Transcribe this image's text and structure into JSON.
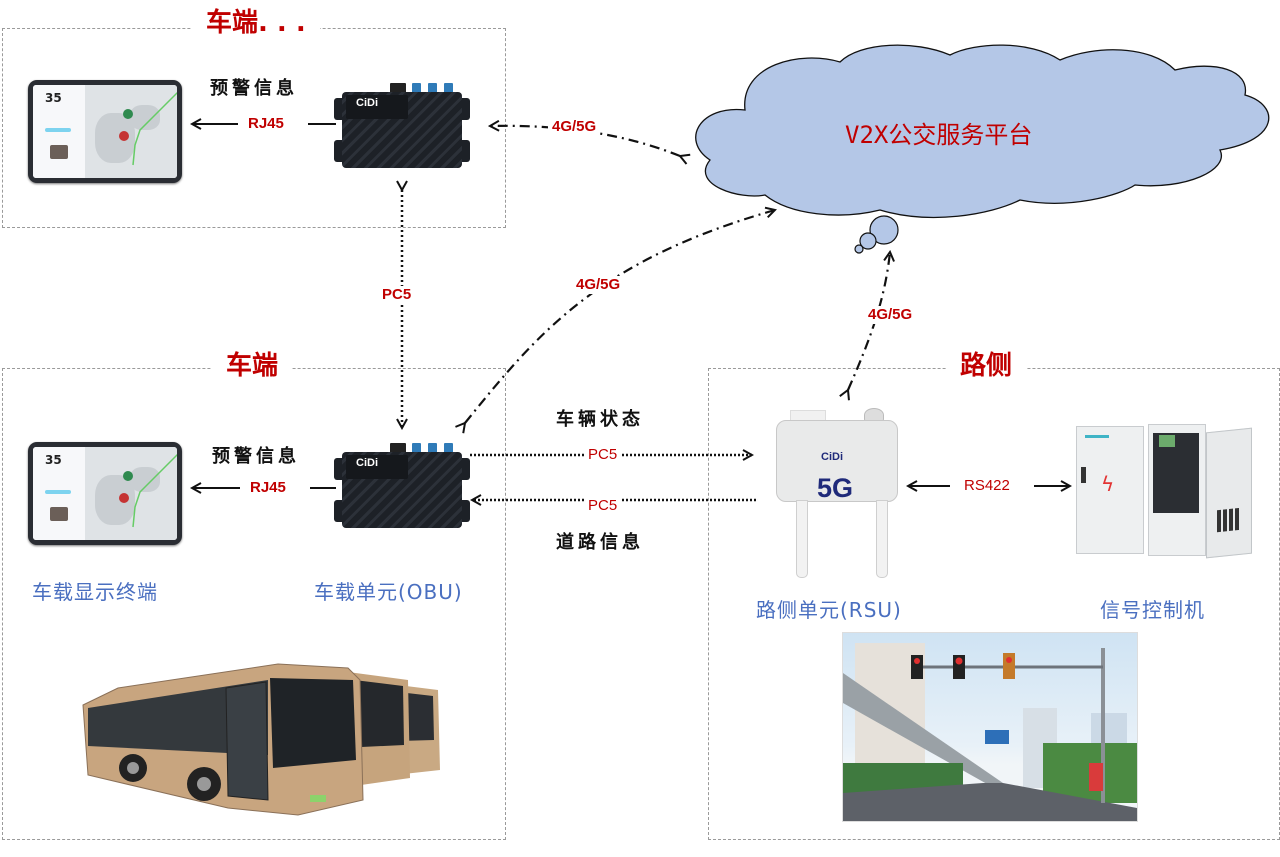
{
  "diagram": {
    "type": "V2X bus system architecture",
    "zones": {
      "vehicle_top": {
        "title": "车端. . ."
      },
      "vehicle_bottom": {
        "title": "车端"
      },
      "roadside": {
        "title": "路侧"
      }
    },
    "cloud": {
      "label": "V2X公交服务平台",
      "fill": "#b4c7e7"
    },
    "links": {
      "top_rj45": "RJ45",
      "top_warning": "预警信息",
      "top_cloud": "4G/5G",
      "obu_pc5_vertical": "PC5",
      "bottom_cloud": "4G/5G",
      "rsu_cloud": "4G/5G",
      "bottom_rj45": "RJ45",
      "bottom_warning": "预警信息",
      "vehicle_status": "车辆状态",
      "pc5_to_rsu": "PC5",
      "pc5_to_obu": "PC5",
      "road_info": "道路信息",
      "rs422": "RS422"
    },
    "devices": {
      "display_terminal": {
        "label": "车载显示终端",
        "speed": "35"
      },
      "obu": {
        "label": "车载单元(OBU)",
        "brand": "CiDi"
      },
      "rsu": {
        "label": "路侧单元(RSU)",
        "brand": "CiDi",
        "badge": "5G"
      },
      "signal_controller": {
        "label": "信号控制机"
      }
    },
    "colors": {
      "title_red": "#c00000",
      "device_label_blue": "#4a6fc0",
      "zone_border": "#9a9a9a"
    }
  }
}
